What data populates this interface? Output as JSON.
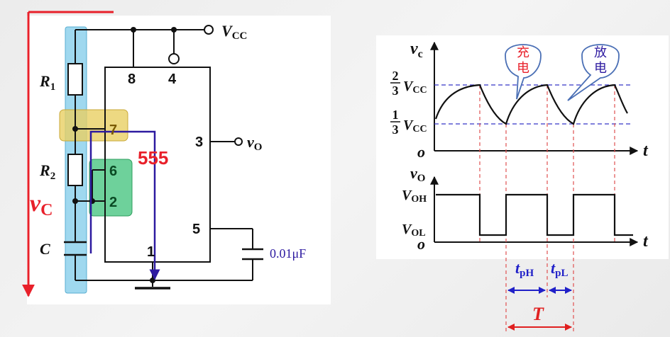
{
  "circuit": {
    "vcc": {
      "main": "V",
      "sub": "CC"
    },
    "vo": {
      "main": "v",
      "sub": "O"
    },
    "vc": {
      "main": "v",
      "sub": "C"
    },
    "r1": {
      "main": "R",
      "sub": "1"
    },
    "r2": {
      "main": "R",
      "sub": "2"
    },
    "c": "C",
    "cap_value": "0.01μF",
    "chip": "555",
    "pins": {
      "p8": "8",
      "p4": "4",
      "p7": "7",
      "p3": "3",
      "p6": "6",
      "p2": "2",
      "p5": "5",
      "p1": "1"
    }
  },
  "waveform": {
    "vc_axis": {
      "main": "v",
      "sub": "c"
    },
    "two_thirds": {
      "num": "2",
      "den": "3",
      "main": "V",
      "sub": "CC"
    },
    "one_third": {
      "num": "1",
      "den": "3",
      "main": "V",
      "sub": "CC"
    },
    "origin": "o",
    "t": "t",
    "vo_axis": {
      "main": "v",
      "sub": "O"
    },
    "voh": {
      "main": "V",
      "sub": "OH"
    },
    "vol": {
      "main": "V",
      "sub": "OL"
    },
    "bubble_charge": [
      "充",
      "电"
    ],
    "bubble_discharge": [
      "放",
      "电"
    ],
    "tph": {
      "main": "t",
      "sub": "pH"
    },
    "tpl": {
      "main": "t",
      "sub": "pL"
    },
    "period": "T"
  },
  "colors": {
    "wire": "#111111",
    "highlight_red": "#e8202a",
    "highlight_blue_bar": "#9fd8ef",
    "pin7_box": "#e9cf63",
    "pin62_box": "#55c98a",
    "discharge_path": "#2d1aa0",
    "dash_blue": "#3434c8",
    "dash_red": "#e05050",
    "timing_arrow": "#2020c8",
    "period_arrow": "#e02020"
  }
}
